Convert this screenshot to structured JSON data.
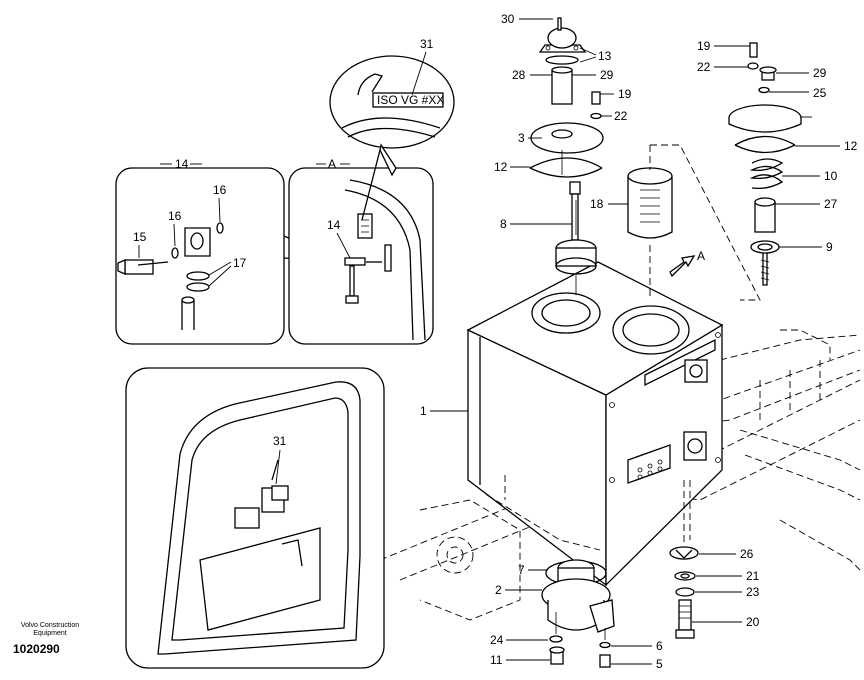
{
  "callouts": {
    "c1": "1",
    "c2": "2",
    "c3": "3",
    "c5": "5",
    "c6": "6",
    "c7": "7",
    "c8": "8",
    "c9": "9",
    "c10": "10",
    "c11": "11",
    "c12a": "12",
    "c12b": "12",
    "c13": "13",
    "c14a": "14",
    "c14b": "14",
    "c15": "15",
    "c16a": "16",
    "c16b": "16",
    "c17": "17",
    "c18": "18",
    "c19a": "19",
    "c19b": "19",
    "c20": "20",
    "c21": "21",
    "c22a": "22",
    "c22b": "22",
    "c23": "23",
    "c24": "24",
    "c25": "25",
    "c26": "26",
    "c27": "27",
    "c28": "28",
    "c29a": "29",
    "c29b": "29",
    "c30": "30",
    "c31a": "31",
    "c31b": "31",
    "viewA1": "A",
    "viewA2": "A"
  },
  "decal_text": "ISO VG #XX",
  "footer": {
    "brand": "Volvo Construction Equipment",
    "code": "1020290"
  }
}
